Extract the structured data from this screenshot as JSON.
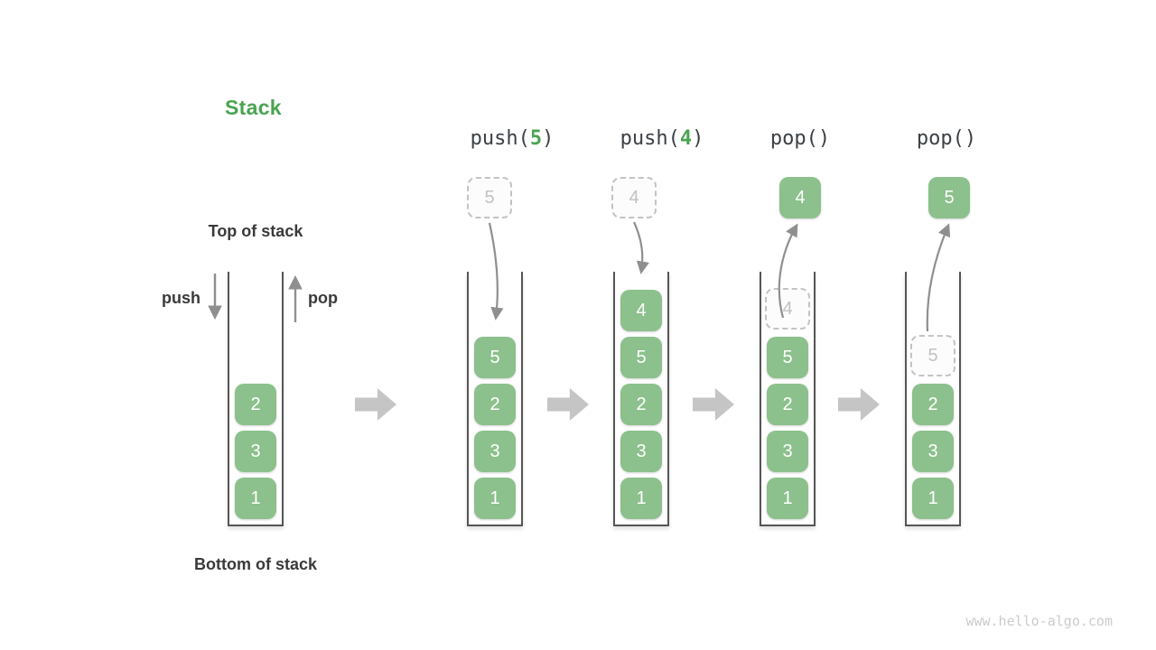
{
  "diagram": {
    "title": "Stack",
    "watermark": "www.hello-algo.com"
  },
  "colors": {
    "accent_green": "#4BA352",
    "box_green": "#8CC08C",
    "arrow_gray": "#8F8F8F",
    "block_arrow_gray": "#C5C5C5",
    "dashed_border_gray": "#C3C3C3",
    "container_border_gray": "#565656",
    "text_dark": "#3A3A3A"
  },
  "annotations": {
    "top_of_stack": "Top of stack",
    "bottom_of_stack": "Bottom of stack",
    "push_arrow_label": "push",
    "pop_arrow_label": "pop"
  },
  "initial_stack": {
    "items_top_to_bottom": [
      "2",
      "3",
      "1"
    ]
  },
  "operations": [
    {
      "label": "push(5)",
      "label_prefix": "push(",
      "label_arg": "5",
      "label_suffix": ")",
      "floating_box": {
        "value": "5",
        "style": "dashed"
      },
      "stack_items_top_to_bottom": [
        "5",
        "2",
        "3",
        "1"
      ]
    },
    {
      "label": "push(4)",
      "label_prefix": "push(",
      "label_arg": "4",
      "label_suffix": ")",
      "floating_box": {
        "value": "4",
        "style": "dashed"
      },
      "stack_items_top_to_bottom": [
        "4",
        "5",
        "2",
        "3",
        "1"
      ]
    },
    {
      "label": "pop()",
      "label_prefix": "pop()",
      "label_arg": "",
      "label_suffix": "",
      "floating_box": {
        "value": "4",
        "style": "solid"
      },
      "ghost_box": {
        "value": "4"
      },
      "stack_items_top_to_bottom": [
        "5",
        "2",
        "3",
        "1"
      ]
    },
    {
      "label": "pop()",
      "label_prefix": "pop()",
      "label_arg": "",
      "label_suffix": "",
      "floating_box": {
        "value": "5",
        "style": "solid"
      },
      "ghost_box": {
        "value": "5"
      },
      "stack_items_top_to_bottom": [
        "2",
        "3",
        "1"
      ]
    }
  ]
}
